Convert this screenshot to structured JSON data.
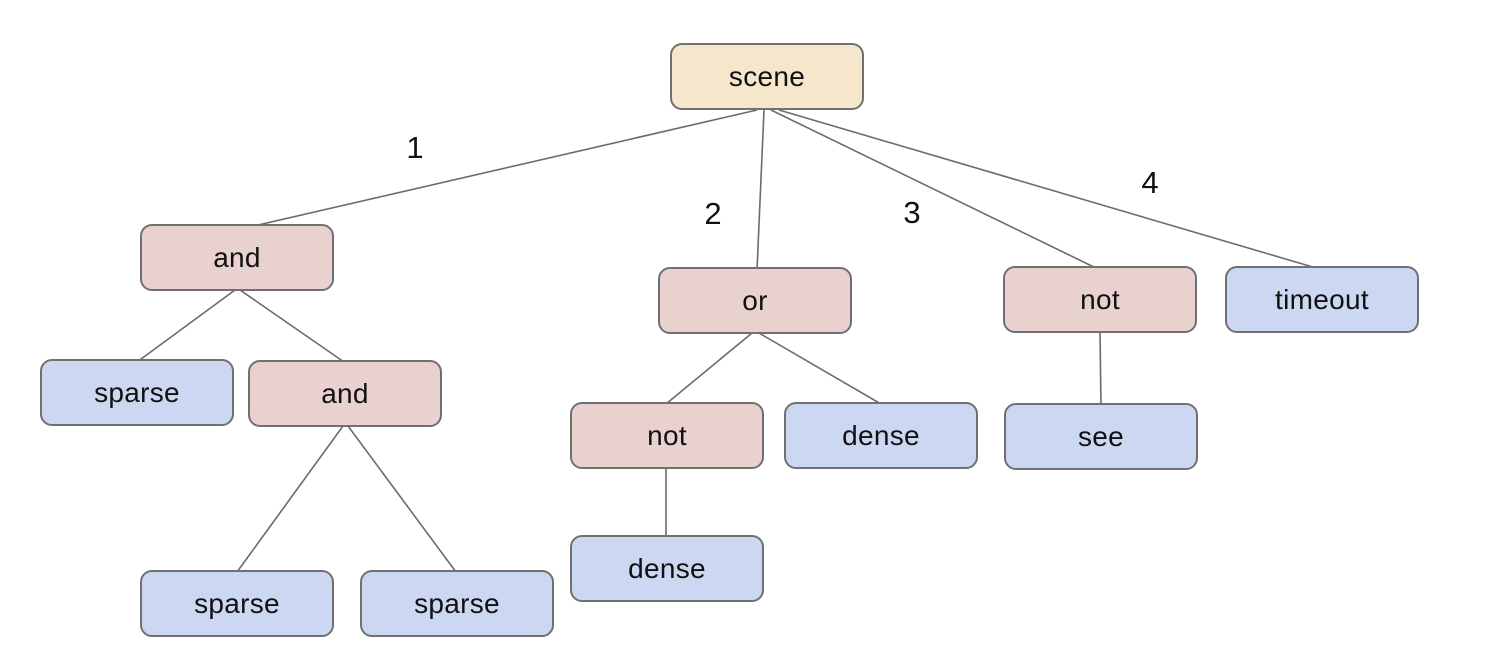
{
  "diagram": {
    "type": "tree",
    "background": "#ffffff",
    "colors": {
      "root_fill": "#f5e6cc",
      "operator_fill": "#e9d1d0",
      "leaf_fill": "#ccd8f1",
      "node_border": "#707070",
      "edge_stroke": "#6b6b6b",
      "label_text": "#111111"
    },
    "nodes": [
      {
        "id": "scene",
        "label": "scene",
        "kind": "root"
      },
      {
        "id": "and-1",
        "label": "and",
        "kind": "operator"
      },
      {
        "id": "or-1",
        "label": "or",
        "kind": "operator"
      },
      {
        "id": "not-1",
        "label": "not",
        "kind": "operator"
      },
      {
        "id": "timeout-1",
        "label": "timeout",
        "kind": "leaf"
      },
      {
        "id": "sparse-1",
        "label": "sparse",
        "kind": "leaf"
      },
      {
        "id": "and-2",
        "label": "and",
        "kind": "operator"
      },
      {
        "id": "not-2",
        "label": "not",
        "kind": "operator"
      },
      {
        "id": "dense-1",
        "label": "dense",
        "kind": "leaf"
      },
      {
        "id": "see-1",
        "label": "see",
        "kind": "leaf"
      },
      {
        "id": "sparse-2",
        "label": "sparse",
        "kind": "leaf"
      },
      {
        "id": "sparse-3",
        "label": "sparse",
        "kind": "leaf"
      },
      {
        "id": "dense-2",
        "label": "dense",
        "kind": "leaf"
      }
    ],
    "edges": [
      {
        "from": "scene",
        "to": "and-1",
        "label": "1"
      },
      {
        "from": "scene",
        "to": "or-1",
        "label": "2"
      },
      {
        "from": "scene",
        "to": "not-1",
        "label": "3"
      },
      {
        "from": "scene",
        "to": "timeout-1",
        "label": "4"
      },
      {
        "from": "and-1",
        "to": "sparse-1",
        "label": ""
      },
      {
        "from": "and-1",
        "to": "and-2",
        "label": ""
      },
      {
        "from": "or-1",
        "to": "not-2",
        "label": ""
      },
      {
        "from": "or-1",
        "to": "dense-1",
        "label": ""
      },
      {
        "from": "not-1",
        "to": "see-1",
        "label": ""
      },
      {
        "from": "and-2",
        "to": "sparse-2",
        "label": ""
      },
      {
        "from": "and-2",
        "to": "sparse-3",
        "label": ""
      },
      {
        "from": "not-2",
        "to": "dense-2",
        "label": ""
      }
    ]
  }
}
